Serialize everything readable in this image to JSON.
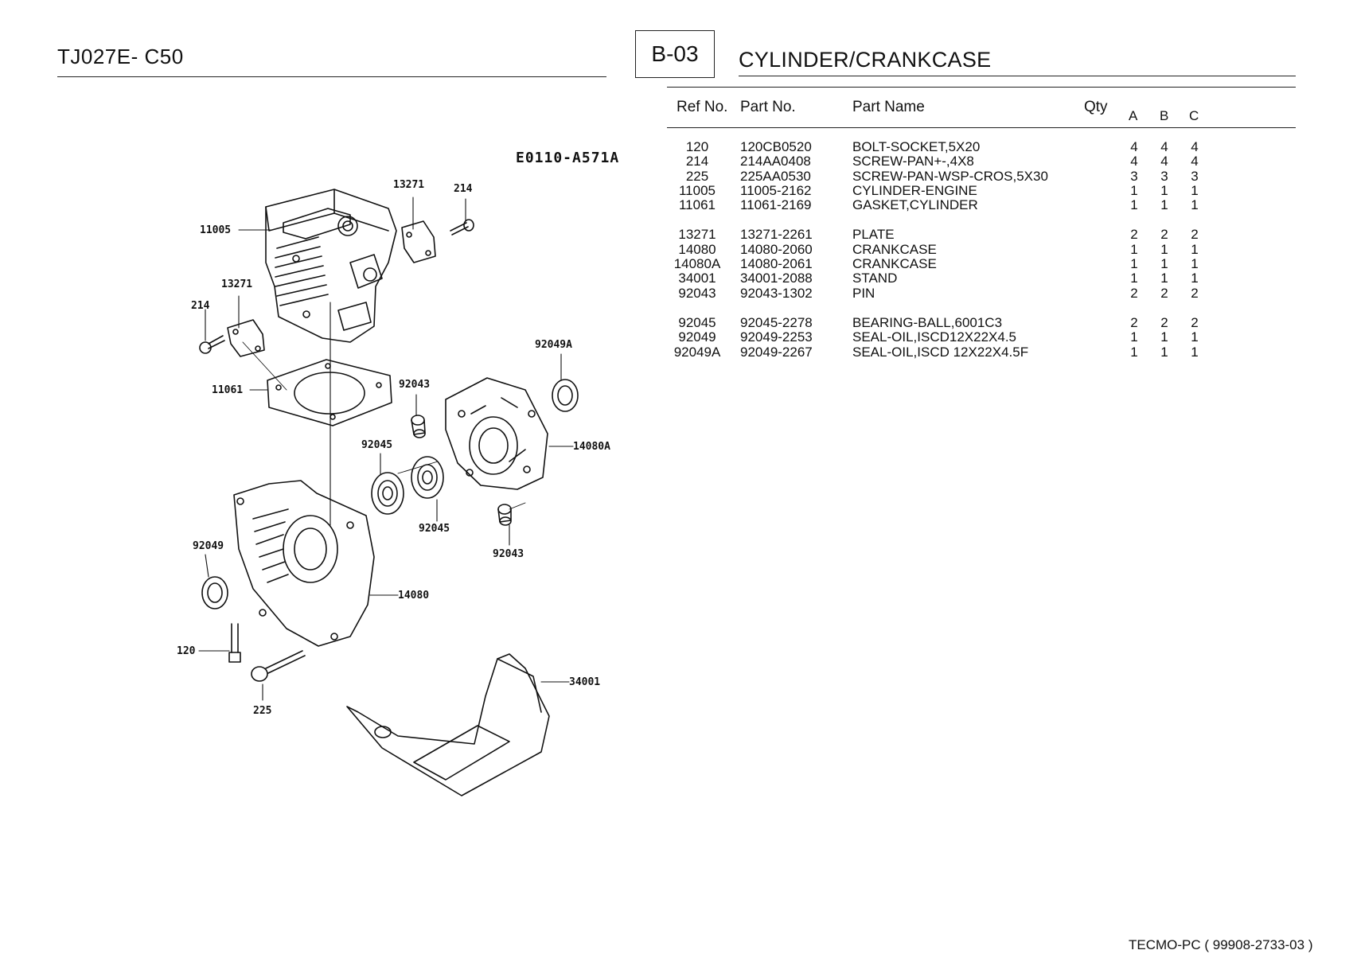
{
  "header": {
    "model": "TJ027E- C50",
    "section_code": "B-03",
    "section_title": "CYLINDER/CRANKCASE"
  },
  "table": {
    "headers": {
      "ref_no": "Ref No.",
      "part_no": "Part No.",
      "part_name": "Part Name",
      "qty": "Qty",
      "a": "A",
      "b": "B",
      "c": "C"
    },
    "groups": [
      [
        {
          "ref": "120",
          "part": "120CB0520",
          "name": "BOLT-SOCKET,5X20",
          "a": "4",
          "b": "4",
          "c": "4"
        },
        {
          "ref": "214",
          "part": "214AA0408",
          "name": "SCREW-PAN+-,4X8",
          "a": "4",
          "b": "4",
          "c": "4"
        },
        {
          "ref": "225",
          "part": "225AA0530",
          "name": "SCREW-PAN-WSP-CROS,5X30",
          "a": "3",
          "b": "3",
          "c": "3"
        },
        {
          "ref": "11005",
          "part": "11005-2162",
          "name": "CYLINDER-ENGINE",
          "a": "1",
          "b": "1",
          "c": "1"
        },
        {
          "ref": "11061",
          "part": "11061-2169",
          "name": "GASKET,CYLINDER",
          "a": "1",
          "b": "1",
          "c": "1"
        }
      ],
      [
        {
          "ref": "13271",
          "part": "13271-2261",
          "name": "PLATE",
          "a": "2",
          "b": "2",
          "c": "2"
        },
        {
          "ref": "14080",
          "part": "14080-2060",
          "name": "CRANKCASE",
          "a": "1",
          "b": "1",
          "c": "1"
        },
        {
          "ref": "14080A",
          "part": "14080-2061",
          "name": "CRANKCASE",
          "a": "1",
          "b": "1",
          "c": "1"
        },
        {
          "ref": "34001",
          "part": "34001-2088",
          "name": "STAND",
          "a": "1",
          "b": "1",
          "c": "1"
        },
        {
          "ref": "92043",
          "part": "92043-1302",
          "name": "PIN",
          "a": "2",
          "b": "2",
          "c": "2"
        }
      ],
      [
        {
          "ref": "92045",
          "part": "92045-2278",
          "name": "BEARING-BALL,6001C3",
          "a": "2",
          "b": "2",
          "c": "2"
        },
        {
          "ref": "92049",
          "part": "92049-2253",
          "name": "SEAL-OIL,ISCD12X22X4.5",
          "a": "1",
          "b": "1",
          "c": "1"
        },
        {
          "ref": "92049A",
          "part": "92049-2267",
          "name": "SEAL-OIL,ISCD 12X22X4.5F",
          "a": "1",
          "b": "1",
          "c": "1"
        }
      ]
    ]
  },
  "diagram": {
    "code": "E0110-A571A",
    "callouts": {
      "c13271_top": "13271",
      "c214_top": "214",
      "c11005": "11005",
      "c13271_left": "13271",
      "c214_left": "214",
      "c92049A": "92049A",
      "c11061": "11061",
      "c92043_top": "92043",
      "c14080A": "14080A",
      "c92045_left": "92045",
      "c92045_mid": "92045",
      "c92043_bottom": "92043",
      "c92049": "92049",
      "c14080": "14080",
      "c120": "120",
      "c225": "225",
      "c34001": "34001"
    }
  },
  "footer": {
    "text": "TECMO-PC  ( 99908-2733-03 )"
  }
}
